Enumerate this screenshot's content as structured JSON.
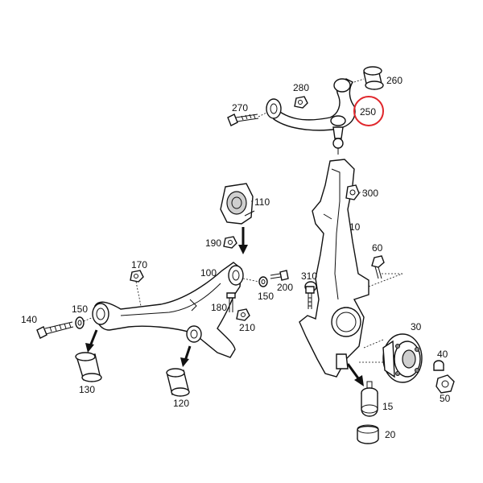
{
  "diagram": {
    "highlight_color": "#e0262b",
    "arrow_color": "#111111",
    "callouts": {
      "p10": "10",
      "p15": "15",
      "p20": "20",
      "p30": "30",
      "p40": "40",
      "p50": "50",
      "p60": "60",
      "p100": "100",
      "p110": "110",
      "p120": "120",
      "p130": "130",
      "p140": "140",
      "p150a": "150",
      "p150b": "150",
      "p170": "170",
      "p180": "180",
      "p190": "190",
      "p200": "200",
      "p210": "210",
      "p250": "250",
      "p260": "260",
      "p270": "270",
      "p280": "280",
      "p300": "300",
      "p310": "310"
    }
  }
}
